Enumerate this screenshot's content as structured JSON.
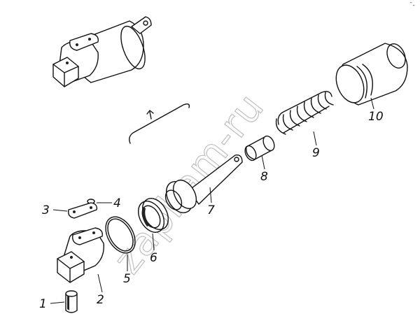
{
  "watermark": "zapkam-ru",
  "corner_mark": "¯-",
  "callouts": [
    {
      "id": "1",
      "label": "1"
    },
    {
      "id": "2",
      "label": "2"
    },
    {
      "id": "3",
      "label": "3"
    },
    {
      "id": "4",
      "label": "4"
    },
    {
      "id": "5",
      "label": "5"
    },
    {
      "id": "6",
      "label": "6"
    },
    {
      "id": "7",
      "label": "7"
    },
    {
      "id": "8",
      "label": "8"
    },
    {
      "id": "9",
      "label": "9"
    },
    {
      "id": "10",
      "label": "10"
    }
  ]
}
